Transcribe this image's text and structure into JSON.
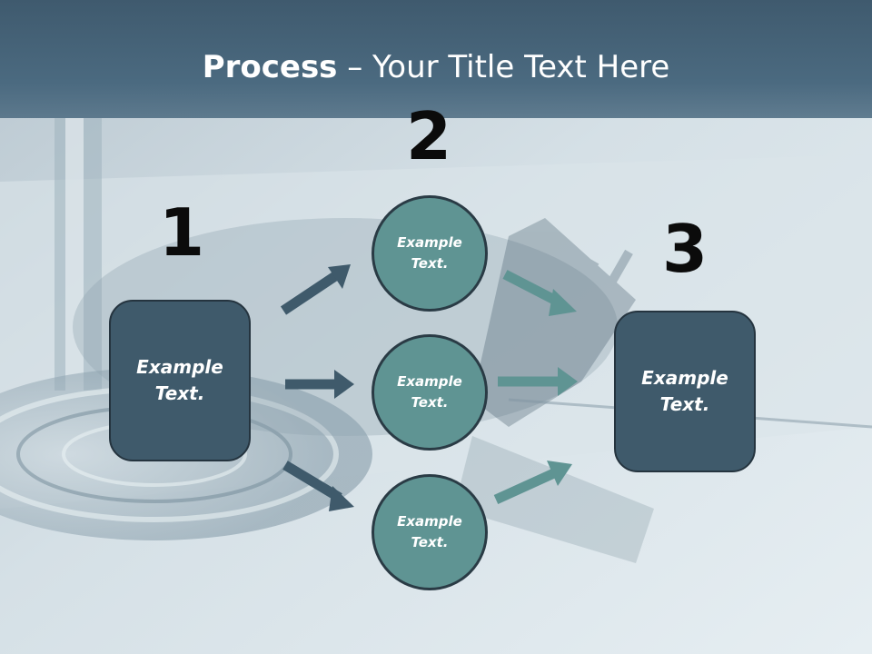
{
  "slide": {
    "title_strong": "Process",
    "title_rest": " – Your Title Text Here"
  },
  "steps": [
    {
      "number": "1",
      "label": "Example Text."
    },
    {
      "number": "2",
      "items": [
        {
          "label": "Example Text."
        },
        {
          "label": "Example Text."
        },
        {
          "label": "Example Text."
        }
      ]
    },
    {
      "number": "3",
      "label": "Example Text."
    }
  ],
  "colors": {
    "header": "#4b6a80",
    "box_fill": "#3f5a6b",
    "circle_fill": "#5f9493",
    "arrow_left": "#3f5a6b",
    "arrow_right": "#5f9493"
  }
}
